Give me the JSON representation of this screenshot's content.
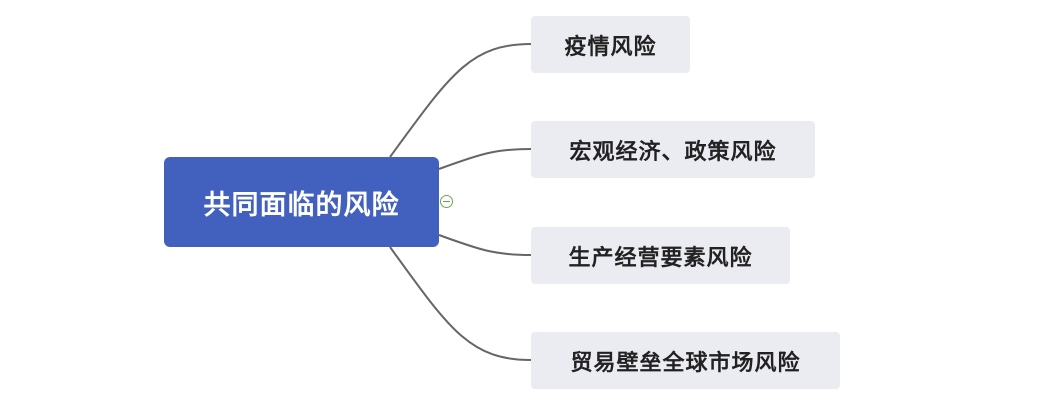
{
  "mindmap": {
    "root": {
      "label": "共同面临的风险",
      "color": "#4260bd"
    },
    "children": [
      {
        "label": "疫情风险"
      },
      {
        "label": "宏观经济、政策风险"
      },
      {
        "label": "生产经营要素风险"
      },
      {
        "label": "贸易壁垒全球市场风险"
      }
    ],
    "child_color": "#ebebf2",
    "connector_color": "#666666",
    "toggle_icon": "collapse-minus-icon"
  }
}
